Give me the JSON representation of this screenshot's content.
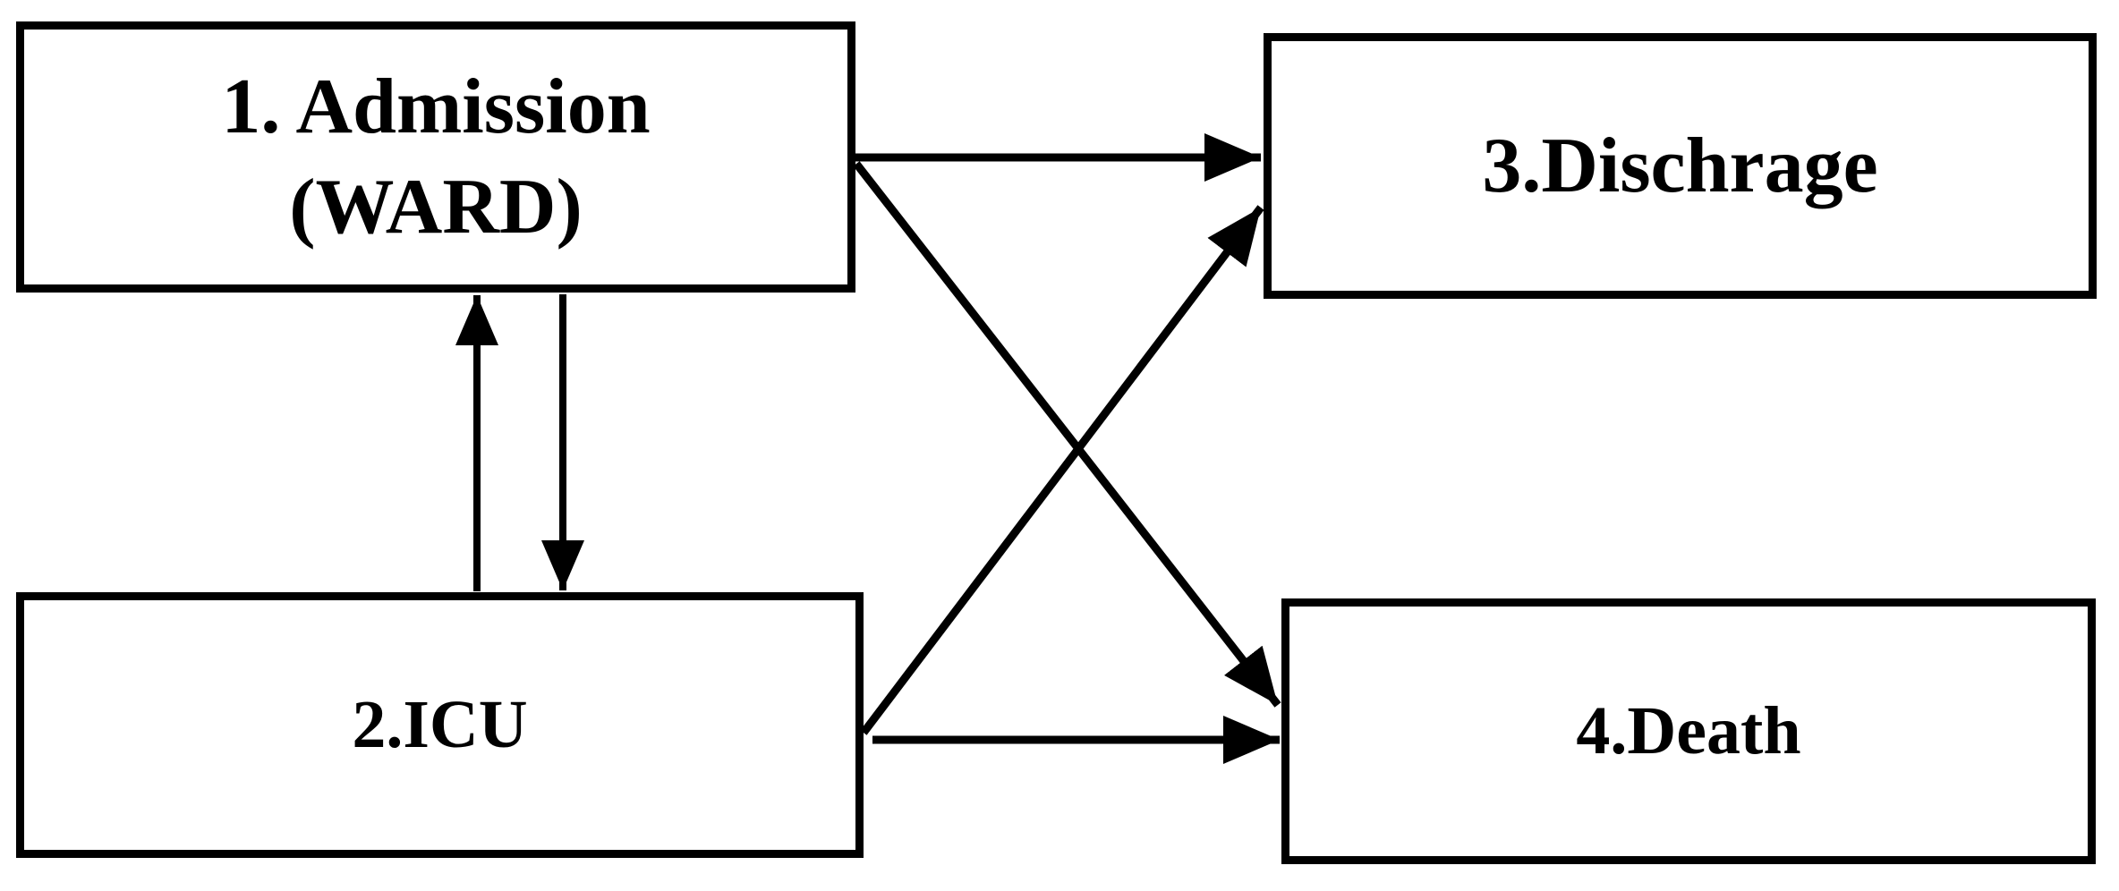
{
  "diagram": {
    "type": "state-transition-diagram",
    "nodes": [
      {
        "id": "admission",
        "label": "1. Admission",
        "sublabel": "(WARD)"
      },
      {
        "id": "icu",
        "label": "2.ICU"
      },
      {
        "id": "discharge",
        "label": "3.Dischrage"
      },
      {
        "id": "death",
        "label": "4.Death"
      }
    ],
    "transitions": [
      {
        "from": "admission",
        "to": "icu"
      },
      {
        "from": "icu",
        "to": "admission"
      },
      {
        "from": "admission",
        "to": "discharge"
      },
      {
        "from": "admission",
        "to": "death"
      },
      {
        "from": "icu",
        "to": "discharge"
      },
      {
        "from": "icu",
        "to": "death"
      }
    ],
    "colors": {
      "background": "#ffffff",
      "box_fill": "#ffffff",
      "box_border": "#000000",
      "arrow": "#000000",
      "text": "#000000"
    }
  }
}
